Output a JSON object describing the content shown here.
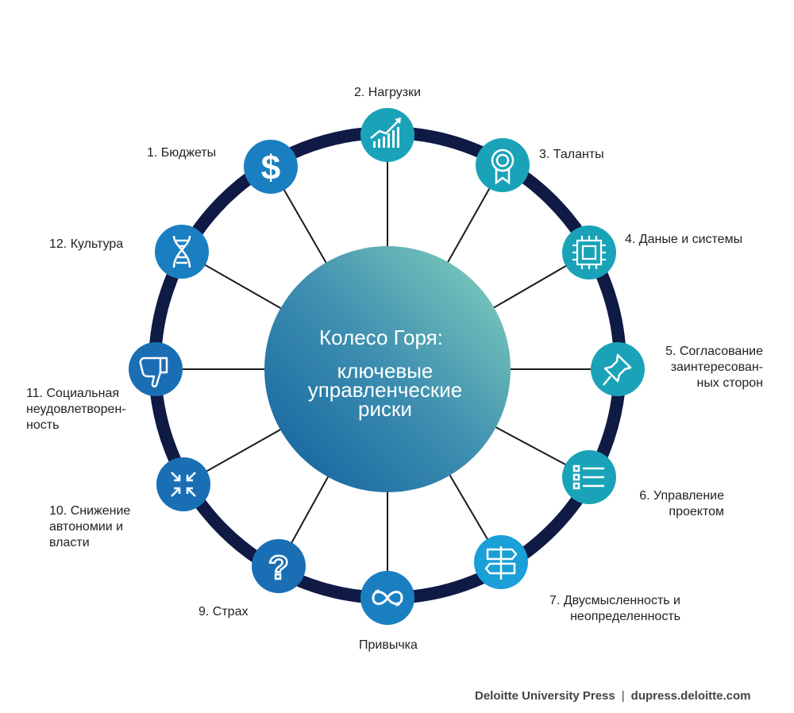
{
  "diagram": {
    "center_title": "Колесо Горя:",
    "center_subtitle": "ключевые управленческие риски",
    "items": [
      {
        "label": "1. Бюджеты",
        "icon": "dollar-icon",
        "color": "#1a7fc1"
      },
      {
        "label": "2. Нагрузки",
        "icon": "growth-chart-icon",
        "color": "#1aa3b8"
      },
      {
        "label": "3. Таланты",
        "icon": "award-ribbon-icon",
        "color": "#1aa3b8"
      },
      {
        "label": "4. Даные и системы",
        "icon": "microchip-icon",
        "color": "#1aa3b8"
      },
      {
        "label": "5. Согласование заинтересован-ных сторон",
        "icon": "pushpin-icon",
        "color": "#1aa3b8"
      },
      {
        "label": "6. Управление проектом",
        "icon": "checklist-icon",
        "color": "#1aa3b8"
      },
      {
        "label": "7. Двусмысленность и неопределенность",
        "icon": "signpost-icon",
        "color": "#1a9fd6"
      },
      {
        "label": "Привычка",
        "icon": "infinity-loop-icon",
        "color": "#1a7fc1"
      },
      {
        "label": "9. Страх",
        "icon": "question-mark-icon",
        "color": "#1a6fb4"
      },
      {
        "label": "10. Снижение автономии и власти",
        "icon": "shrink-arrows-icon",
        "color": "#1a6fb4"
      },
      {
        "label": "11. Социальная неудовлетворен-ность",
        "icon": "thumbs-down-icon",
        "color": "#1a6fb4"
      },
      {
        "label": "12. Культура",
        "icon": "dna-icon",
        "color": "#1a7fc1"
      }
    ]
  },
  "footer": {
    "publisher": "Deloitte University Press",
    "separator": "|",
    "website": "dupress.deloitte.com"
  },
  "colors": {
    "ring": "#0f1a45",
    "spoke": "#1a1a1a",
    "center_gradient_start": "#1a6aa8",
    "center_gradient_end": "#7dd0b8"
  }
}
